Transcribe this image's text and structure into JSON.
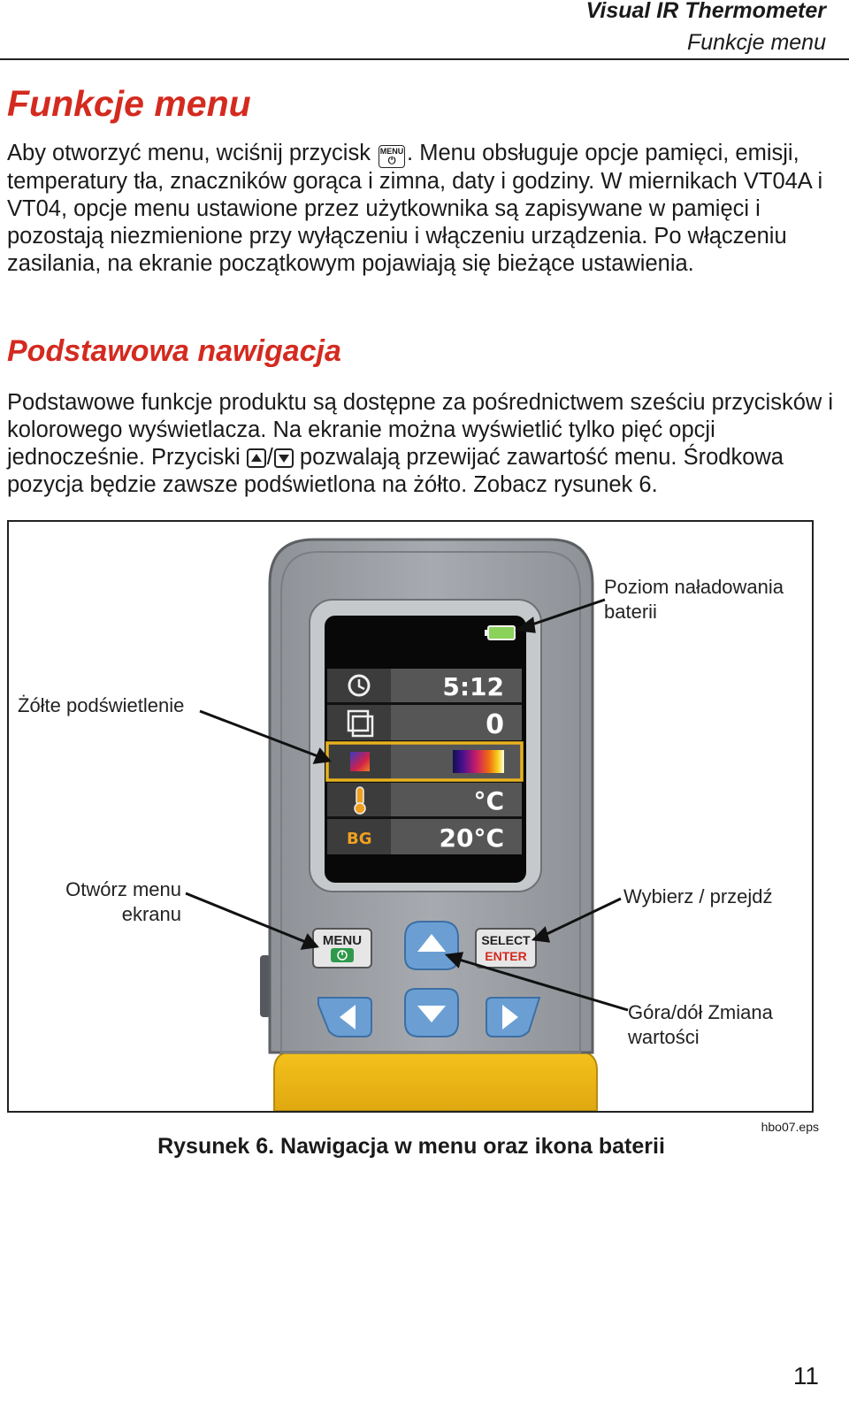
{
  "header": {
    "title": "Visual IR Thermometer",
    "subtitle": "Funkcje menu"
  },
  "section1": {
    "heading": "Funkcje menu",
    "para_before_icon": "Aby otworzyć menu, wciśnij przycisk",
    "menu_key_label": "MENU",
    "para_after_icon": ". Menu obsługuje opcje pamięci, emisji, temperatury tła, znaczników gorąca i zimna, daty i godziny. W miernikach VT04A i VT04, opcje menu ustawione przez użytkownika są zapisywane w pamięci i pozostają niezmienione przy wyłączeniu i włączeniu urządzenia. Po włączeniu zasilania, na ekranie początkowym pojawiają się bieżące ustawienia."
  },
  "section2": {
    "heading": "Podstawowa nawigacja",
    "para_before_icon": "Podstawowe funkcje produktu są dostępne za pośrednictwem sześciu przycisków i kolorowego wyświetlacza. Na ekranie można wyświetlić tylko pięć opcji jednocześnie. Przyciski",
    "slash": "/",
    "para_after_icon": "pozwalają przewijać zawartość menu. Środkowa pozycja będzie zawsze podświetlona na żółto. Zobacz rysunek 6."
  },
  "figure": {
    "callouts": {
      "battery": "Poziom naładowania baterii",
      "yellow_highlight": "Żółte podświetlenie",
      "open_menu": "Otwórz menu ekranu",
      "select": "Wybierz / przejdź",
      "updown": "Góra/dół Zmiana wartości"
    },
    "screen": {
      "time_value": "5:12",
      "memory_value": "0",
      "unit_value": "°C",
      "bg_value": "20°C",
      "bg_icon_label": "BG"
    },
    "buttons": {
      "menu": "MENU",
      "select_line1": "SELECT",
      "select_line2": "ENTER"
    },
    "caption": "Rysunek 6. Nawigacja w menu oraz ikona baterii",
    "file_ref": "hbo07.eps"
  },
  "footer": {
    "page_number": "11"
  },
  "colors": {
    "heading_red": "#d42a1f",
    "highlight_yellow": "#e8b21e",
    "device_gray": "#9a9ea3",
    "button_blue": "#6b9fd4",
    "battery_green": "#8bd25a"
  }
}
